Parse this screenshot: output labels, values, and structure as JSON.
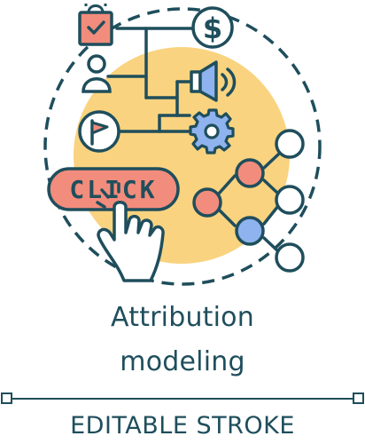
{
  "title": {
    "line1": "Attribution",
    "line2": "modeling"
  },
  "button": {
    "label": "CLICK"
  },
  "icons": {
    "dollar_symbol": "$"
  },
  "footer": {
    "label": "EDITABLE STROKE"
  },
  "colors": {
    "stroke": "#1f4e5c",
    "sun": "#f9d37f",
    "coral": "#f28c7c",
    "blue": "#8fb3ee",
    "white": "#ffffff"
  }
}
